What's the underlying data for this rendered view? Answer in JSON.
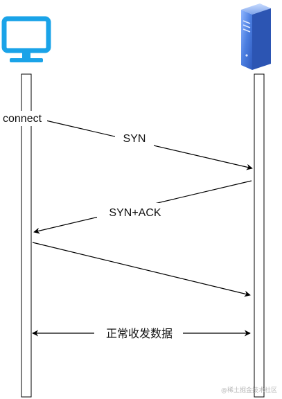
{
  "diagram": {
    "participants": [
      {
        "id": "client",
        "icon": "monitor-icon",
        "color": "#1aa3e8"
      },
      {
        "id": "server",
        "icon": "server-icon",
        "color": "#3f6fd1"
      }
    ],
    "messages": [
      {
        "id": "syn",
        "label": "SYN",
        "from": "client",
        "to": "server"
      },
      {
        "id": "synack",
        "label": "SYN+ACK",
        "from": "server",
        "to": "client"
      },
      {
        "id": "ack",
        "label": "",
        "from": "client",
        "to": "server"
      },
      {
        "id": "data",
        "label": "正常收发数据",
        "from": "client",
        "to": "server",
        "bidirectional": true
      }
    ],
    "annotations": {
      "connect": "connect"
    },
    "watermark": "@稀土掘金技术社区"
  }
}
